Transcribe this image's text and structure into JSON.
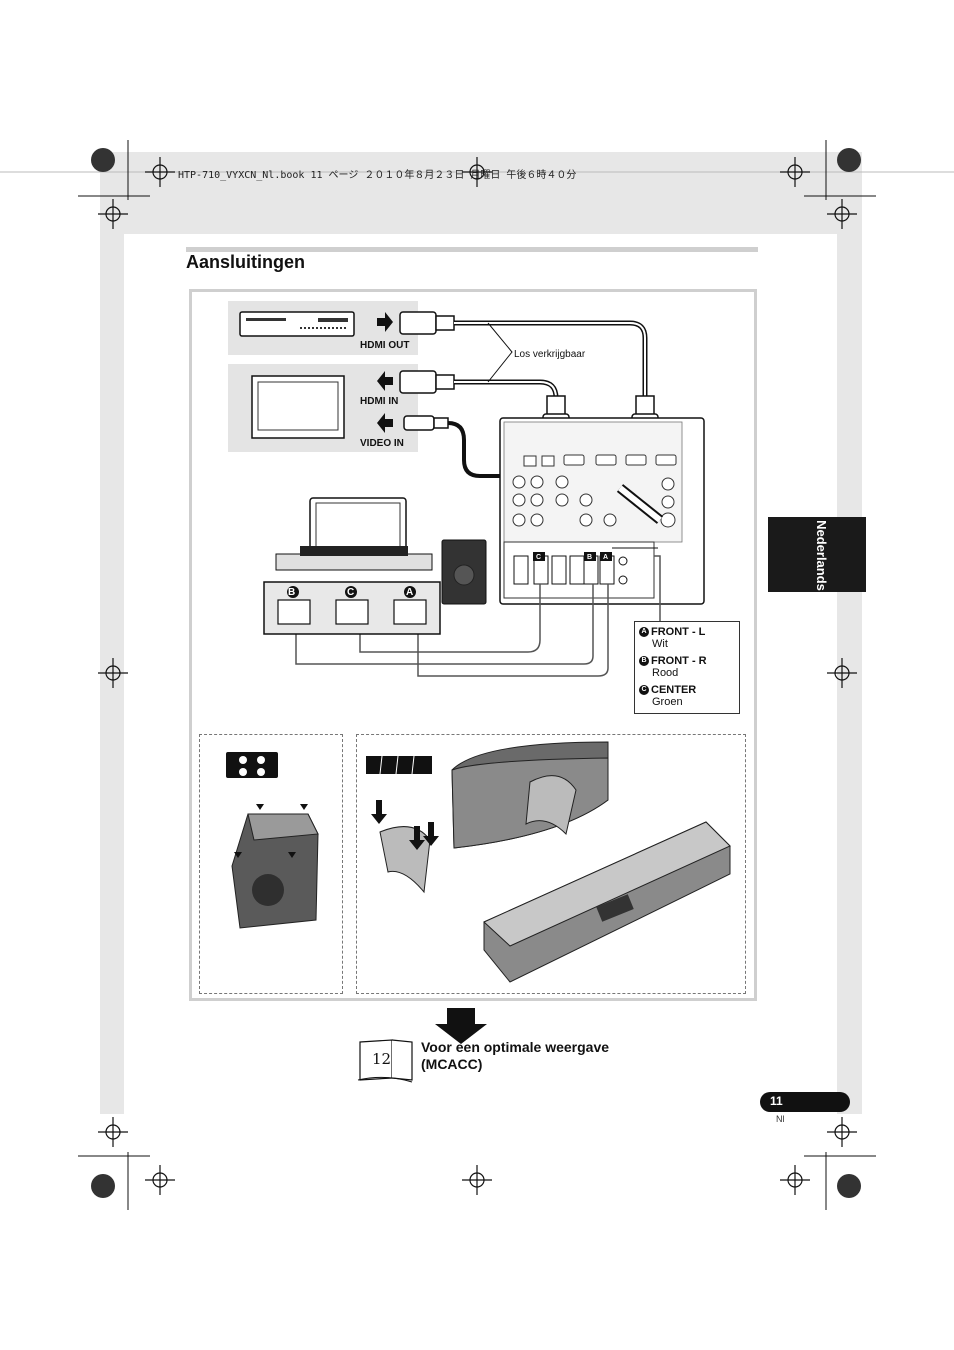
{
  "header": {
    "file_info": "HTP-710_VYXCN_Nl.book  11 ページ  ２０１０年８月２３日  月曜日  午後６時４０分"
  },
  "section": {
    "title": "Aansluitingen",
    "side_tab": "Nederlands"
  },
  "diagram": {
    "hdmi_out": "HDMI OUT",
    "hdmi_in": "HDMI IN",
    "video_in": "VIDEO IN",
    "separately_available": "Los verkrijgbaar",
    "terminal_badges": [
      "B",
      "C",
      "A"
    ]
  },
  "legend": [
    {
      "badge": "A",
      "name": "FRONT - L",
      "color": "Wit"
    },
    {
      "badge": "B",
      "name": "FRONT - R",
      "color": "Rood"
    },
    {
      "badge": "C",
      "name": "CENTER",
      "color": "Groen"
    }
  ],
  "next_step": {
    "page_ref": "12",
    "text": "Voor een optimale weergave (MCACC)"
  },
  "footer": {
    "page_number": "11",
    "language": "Nl"
  }
}
